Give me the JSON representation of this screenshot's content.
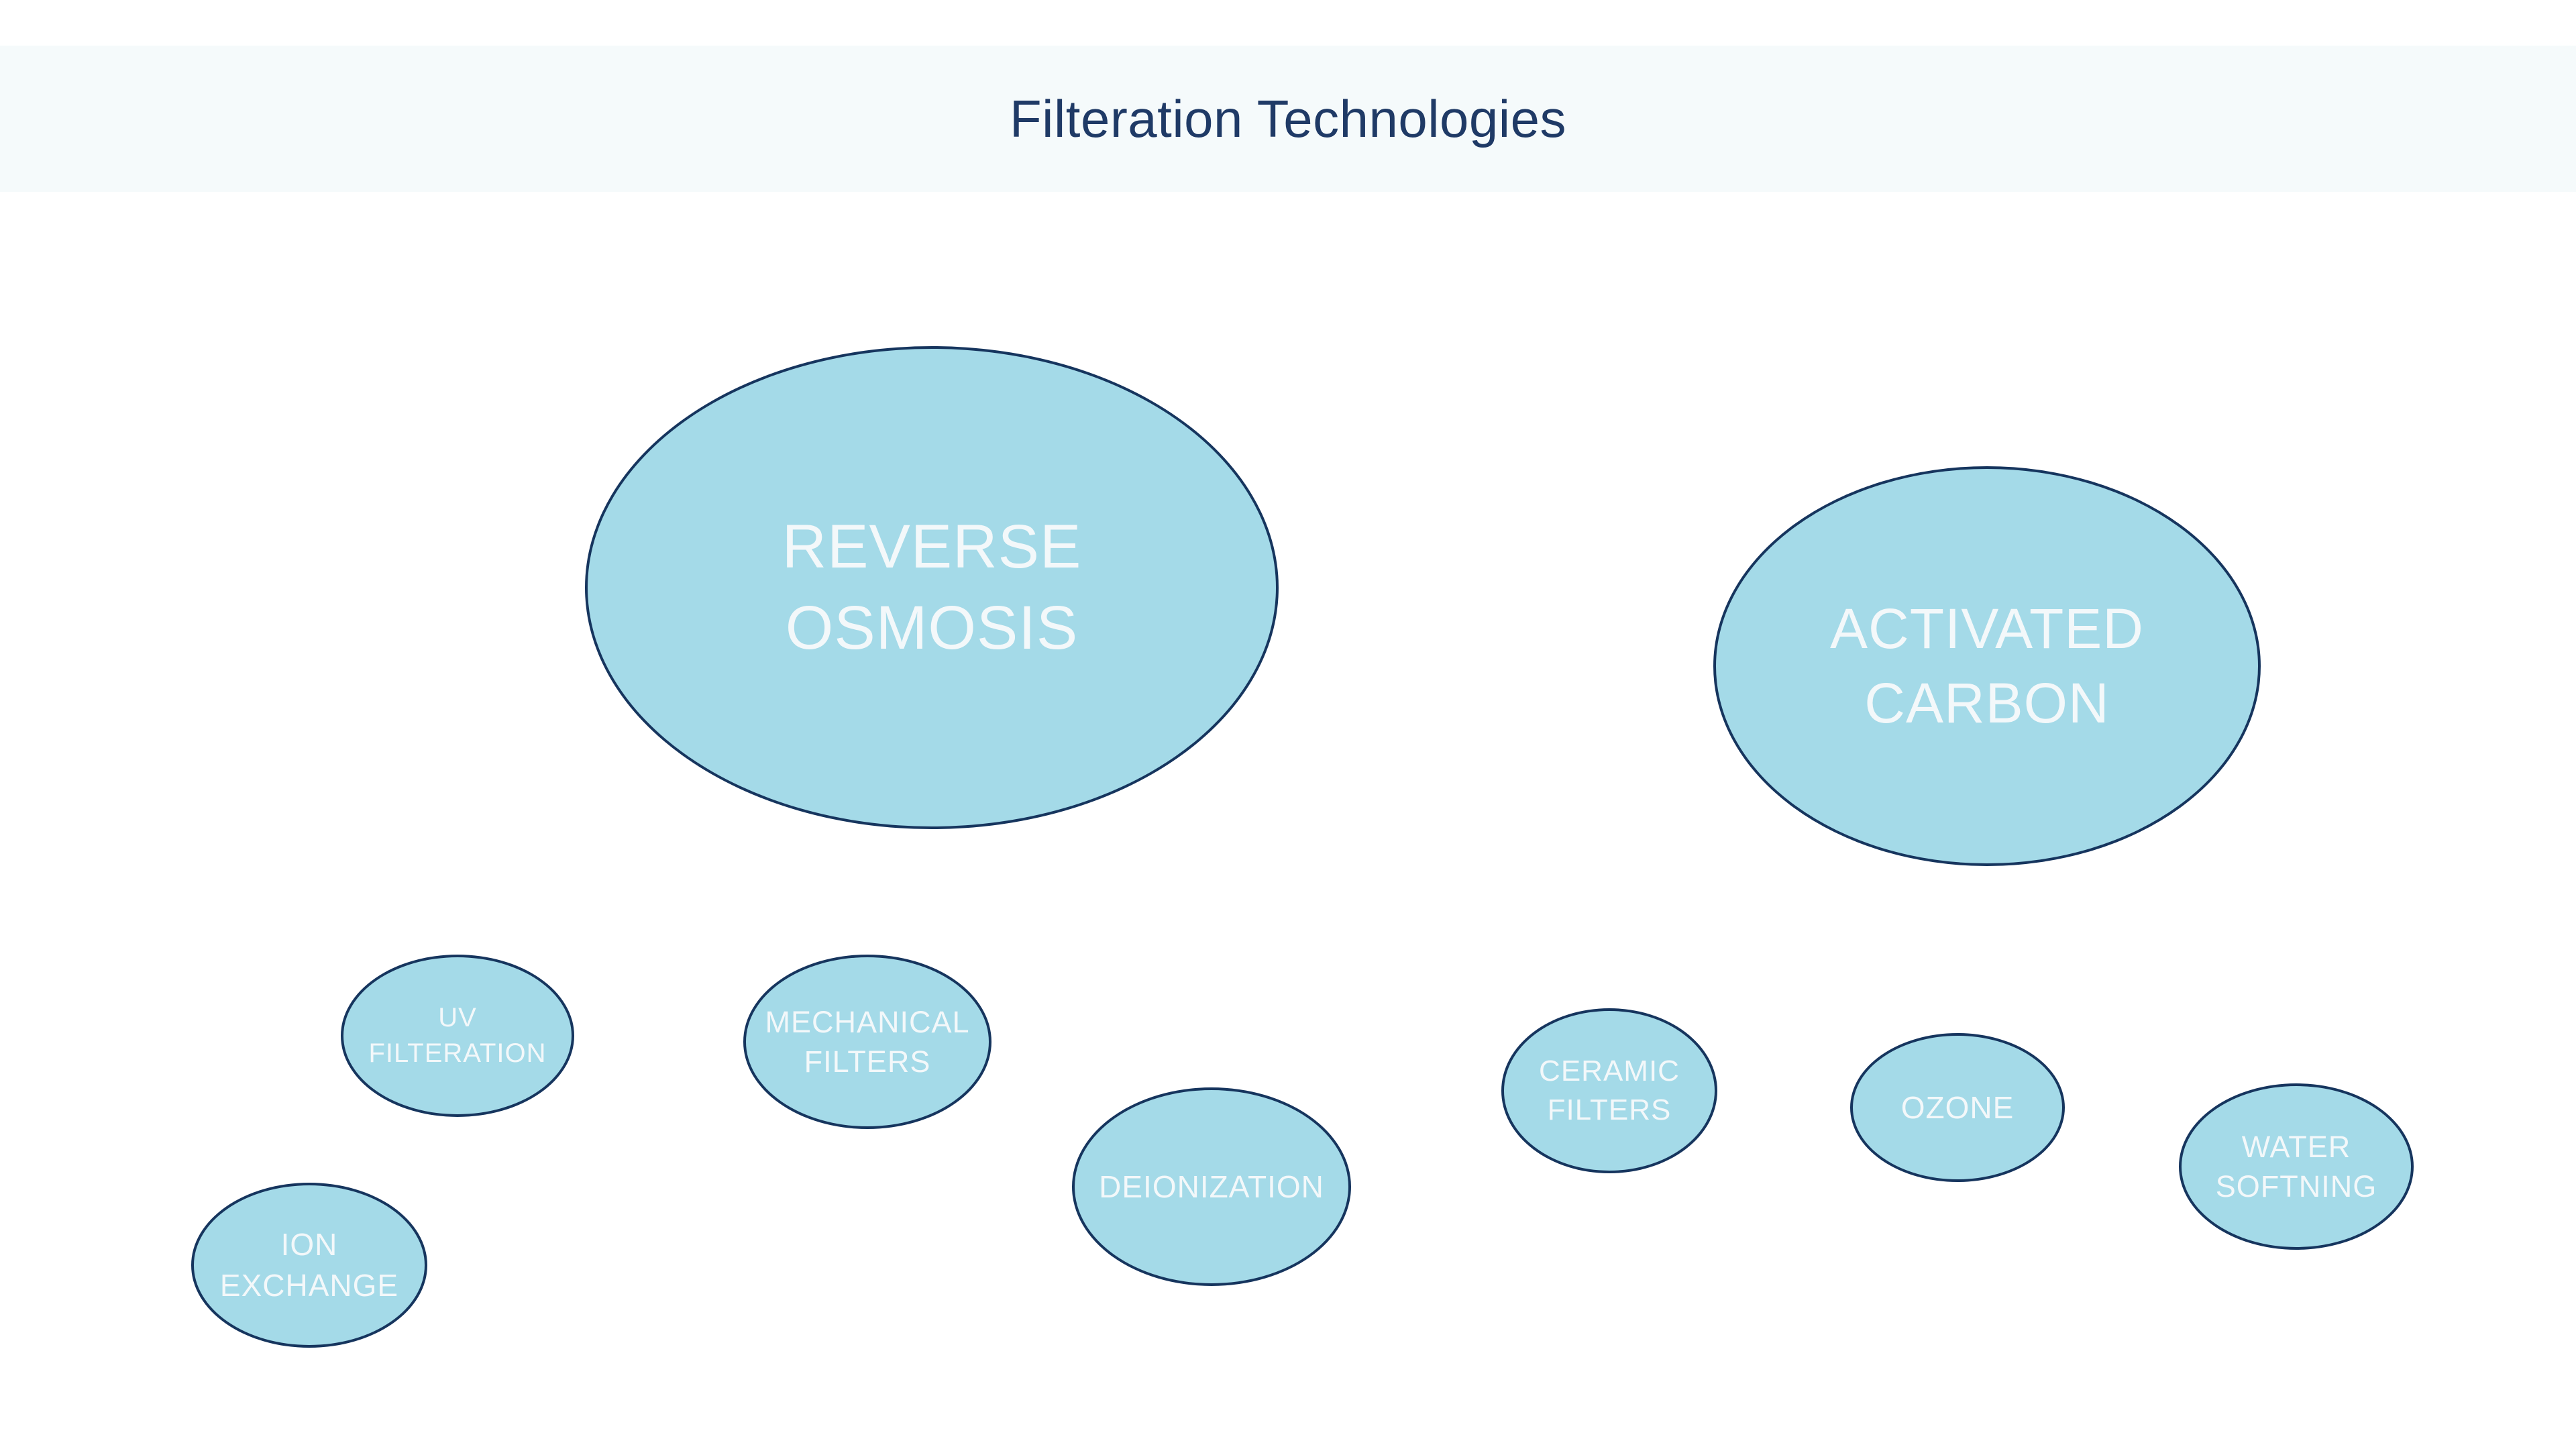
{
  "title": "Filteration Technologies",
  "colors": {
    "page_bg": "#ffffff",
    "banner_bg": "#f5fafb",
    "title_color": "#1f3a66",
    "bubble_fill": "#a4dae8",
    "bubble_border": "#16355e",
    "bubble_text": "#f3f8fa"
  },
  "nodes": [
    {
      "id": "reverse-osmosis",
      "label": "REVERSE\nOSMOSIS",
      "size": "large"
    },
    {
      "id": "activated-carbon",
      "label": "ACTIVATED\nCARBON",
      "size": "large"
    },
    {
      "id": "uv-filteration",
      "label": "UV\nFILTERATION",
      "size": "small"
    },
    {
      "id": "mechanical-filters",
      "label": "MECHANICAL\nFILTERS",
      "size": "small"
    },
    {
      "id": "deionization",
      "label": "DEIONIZATION",
      "size": "small"
    },
    {
      "id": "ion-exchange",
      "label": "ION\nEXCHANGE",
      "size": "small"
    },
    {
      "id": "ceramic-filters",
      "label": "CERAMIC\nFILTERS",
      "size": "small"
    },
    {
      "id": "ozone",
      "label": "OZONE",
      "size": "small"
    },
    {
      "id": "water-softning",
      "label": "WATER\nSOFTNING",
      "size": "small"
    }
  ]
}
